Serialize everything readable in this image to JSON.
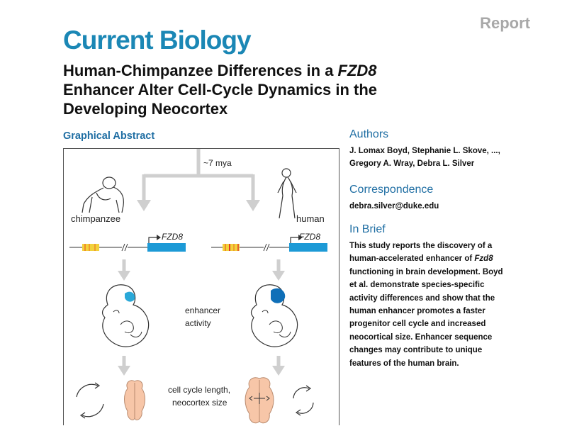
{
  "header": {
    "report_label": "Report",
    "journal": "Current Biology",
    "title_lines": [
      "Human-Chimpanzee Differences in a ",
      "FZD8",
      "Enhancer Alter Cell-Cycle Dynamics in the",
      "Developing Neocortex"
    ]
  },
  "graphical_abstract": {
    "heading": "Graphical Abstract",
    "time_label": "~7 mya",
    "left_species": "chimpanzee",
    "right_species": "human",
    "gene_label": "FZD8",
    "middle_label_1a": "enhancer",
    "middle_label_1b": "activity",
    "middle_label_2a": "cell cycle length,",
    "middle_label_2b": "neocortex size",
    "colors": {
      "gene_blue": "#1d9ad6",
      "arrow_gray": "#cfcfcf",
      "enhancer_yellow": "#f2d23c",
      "enhancer_orange": "#f08a2a",
      "brain_peach": "#f7c6a8"
    },
    "icons": [
      "chimpanzee-figure-icon",
      "human-figure-icon",
      "embryo-icon",
      "brain-icon",
      "cycle-arrows-icon"
    ]
  },
  "authors": {
    "heading": "Authors",
    "line1": "J. Lomax Boyd, Stephanie L. Skove, ...,",
    "line2": "Gregory A. Wray, Debra L. Silver"
  },
  "correspondence": {
    "heading": "Correspondence",
    "email": "debra.silver@duke.edu"
  },
  "in_brief": {
    "heading": "In Brief",
    "lines": [
      "This study reports the discovery of a",
      "human-accelerated enhancer of ",
      "Fzd8",
      "functioning in brain development. Boyd",
      "et al. demonstrate species-specific",
      "activity differences and show that the",
      "human enhancer promotes a faster",
      "progenitor cell cycle and increased",
      "neocortical size. Enhancer sequence",
      "changes may contribute to unique",
      "features of the human brain."
    ]
  }
}
